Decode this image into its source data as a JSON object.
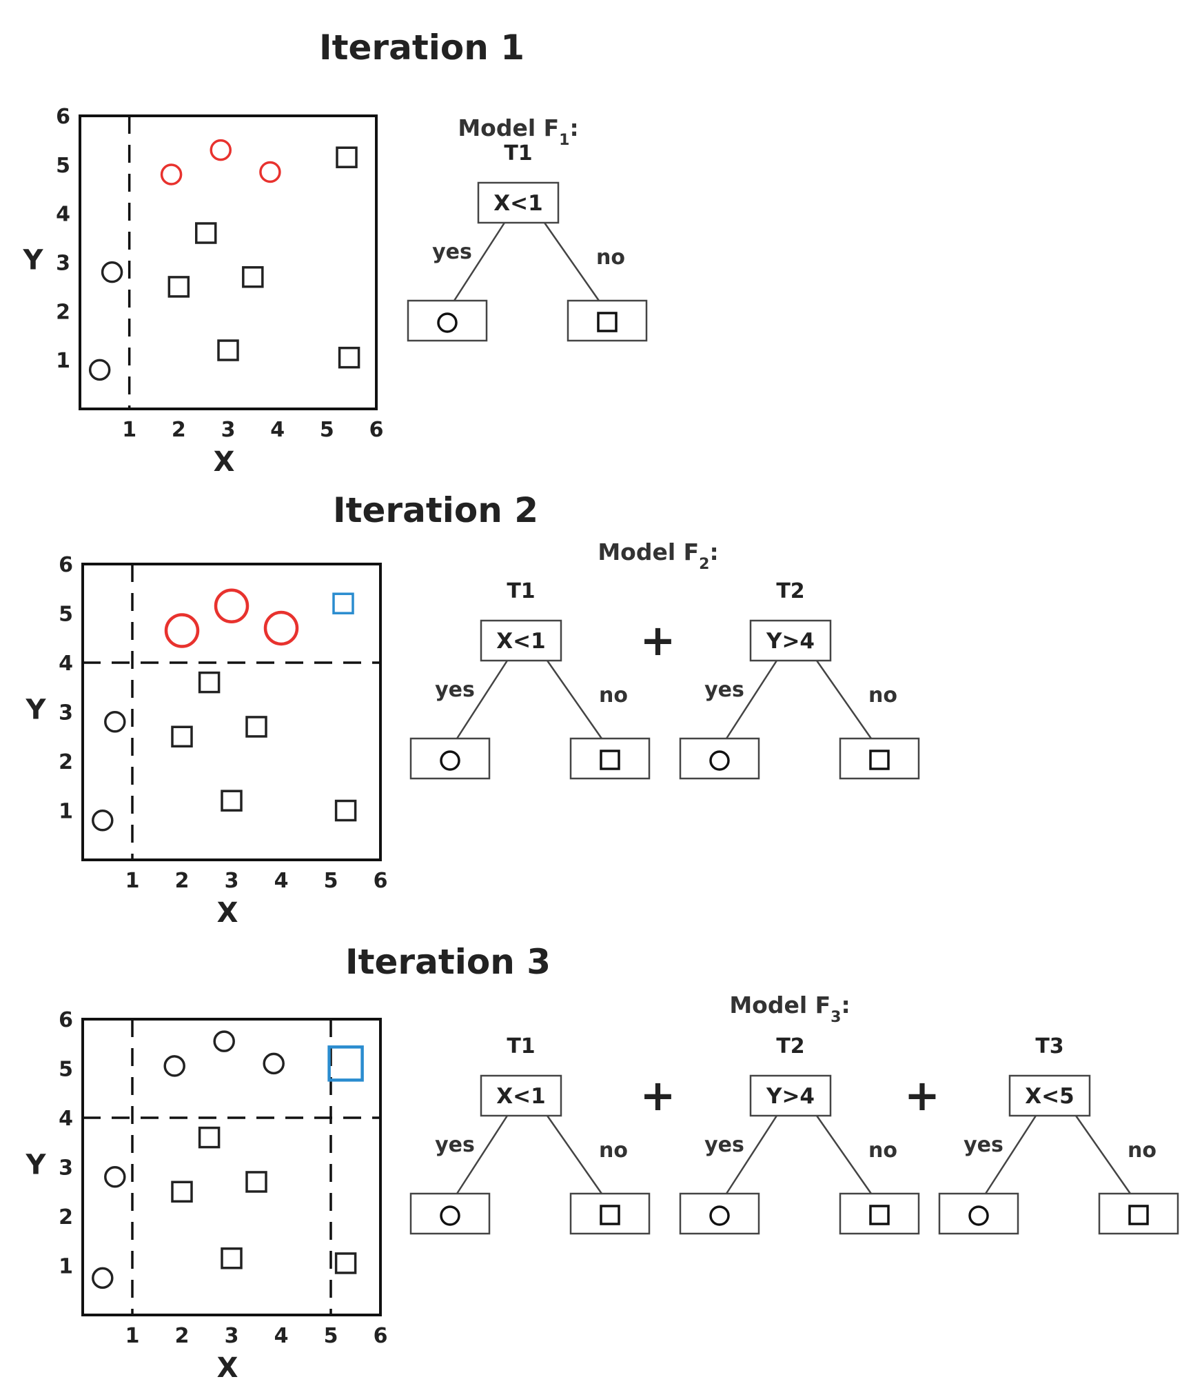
{
  "iterations": [
    {
      "title": "Iteration 1",
      "plot": {
        "x_label": "X",
        "y_label": "Y",
        "x_ticks": [
          "1",
          "2",
          "3",
          "4",
          "5",
          "6"
        ],
        "y_ticks": [
          "1",
          "2",
          "3",
          "4",
          "5",
          "6"
        ],
        "split_lines": [
          {
            "axis": "x",
            "value": 1
          }
        ],
        "points": [
          {
            "shape": "circle",
            "x": 0.4,
            "y": 0.8,
            "color": "#222222",
            "emphasis": false
          },
          {
            "shape": "circle",
            "x": 0.65,
            "y": 2.8,
            "color": "#222222",
            "emphasis": false
          },
          {
            "shape": "circle",
            "x": 1.85,
            "y": 4.8,
            "color": "#e8322e",
            "emphasis": false
          },
          {
            "shape": "circle",
            "x": 2.85,
            "y": 5.3,
            "color": "#e8322e",
            "emphasis": false
          },
          {
            "shape": "circle",
            "x": 3.85,
            "y": 4.85,
            "color": "#e8322e",
            "emphasis": false
          },
          {
            "shape": "square",
            "x": 2.0,
            "y": 2.5,
            "color": "#222222",
            "emphasis": false
          },
          {
            "shape": "square",
            "x": 2.55,
            "y": 3.6,
            "color": "#222222",
            "emphasis": false
          },
          {
            "shape": "square",
            "x": 3.5,
            "y": 2.7,
            "color": "#222222",
            "emphasis": false
          },
          {
            "shape": "square",
            "x": 3.0,
            "y": 1.2,
            "color": "#222222",
            "emphasis": false
          },
          {
            "shape": "square",
            "x": 5.4,
            "y": 5.15,
            "color": "#222222",
            "emphasis": false
          },
          {
            "shape": "square",
            "x": 5.45,
            "y": 1.05,
            "color": "#222222",
            "emphasis": false
          }
        ]
      },
      "model": {
        "label": "Model F",
        "subscript": "1",
        "suffix": ":",
        "trees": [
          {
            "name": "T1",
            "condition": "X<1",
            "yes": "yes",
            "no": "no",
            "yes_leaf": "circle",
            "no_leaf": "square"
          }
        ]
      }
    },
    {
      "title": "Iteration 2",
      "plot": {
        "x_label": "X",
        "y_label": "Y",
        "x_ticks": [
          "1",
          "2",
          "3",
          "4",
          "5",
          "6"
        ],
        "y_ticks": [
          "1",
          "2",
          "3",
          "4",
          "5",
          "6"
        ],
        "split_lines": [
          {
            "axis": "x",
            "value": 1
          },
          {
            "axis": "y",
            "value": 4
          }
        ],
        "points": [
          {
            "shape": "circle",
            "x": 0.4,
            "y": 0.8,
            "color": "#222222",
            "emphasis": false
          },
          {
            "shape": "circle",
            "x": 0.65,
            "y": 2.8,
            "color": "#222222",
            "emphasis": false
          },
          {
            "shape": "circle",
            "x": 2.0,
            "y": 4.65,
            "color": "#e8322e",
            "emphasis": true
          },
          {
            "shape": "circle",
            "x": 3.0,
            "y": 5.15,
            "color": "#e8322e",
            "emphasis": true
          },
          {
            "shape": "circle",
            "x": 4.0,
            "y": 4.7,
            "color": "#e8322e",
            "emphasis": true
          },
          {
            "shape": "square",
            "x": 5.25,
            "y": 5.2,
            "color": "#2a8ccf",
            "emphasis": false
          },
          {
            "shape": "square",
            "x": 2.0,
            "y": 2.5,
            "color": "#222222",
            "emphasis": false
          },
          {
            "shape": "square",
            "x": 2.55,
            "y": 3.6,
            "color": "#222222",
            "emphasis": false
          },
          {
            "shape": "square",
            "x": 3.5,
            "y": 2.7,
            "color": "#222222",
            "emphasis": false
          },
          {
            "shape": "square",
            "x": 3.0,
            "y": 1.2,
            "color": "#222222",
            "emphasis": false
          },
          {
            "shape": "square",
            "x": 5.3,
            "y": 1.0,
            "color": "#222222",
            "emphasis": false
          }
        ]
      },
      "model": {
        "label": "Model F",
        "subscript": "2",
        "suffix": ":",
        "trees": [
          {
            "name": "T1",
            "condition": "X<1",
            "yes": "yes",
            "no": "no",
            "yes_leaf": "circle",
            "no_leaf": "square"
          },
          {
            "name": "T2",
            "condition": "Y>4",
            "yes": "yes",
            "no": "no",
            "yes_leaf": "circle",
            "no_leaf": "square"
          }
        ]
      }
    },
    {
      "title": "Iteration 3",
      "plot": {
        "x_label": "X",
        "y_label": "Y",
        "x_ticks": [
          "1",
          "2",
          "3",
          "4",
          "5",
          "6"
        ],
        "y_ticks": [
          "1",
          "2",
          "3",
          "4",
          "5",
          "6"
        ],
        "split_lines": [
          {
            "axis": "x",
            "value": 1
          },
          {
            "axis": "y",
            "value": 4
          },
          {
            "axis": "x",
            "value": 5
          }
        ],
        "points": [
          {
            "shape": "circle",
            "x": 0.4,
            "y": 0.75,
            "color": "#222222",
            "emphasis": false
          },
          {
            "shape": "circle",
            "x": 0.65,
            "y": 2.8,
            "color": "#222222",
            "emphasis": false
          },
          {
            "shape": "circle",
            "x": 1.85,
            "y": 5.05,
            "color": "#222222",
            "emphasis": false
          },
          {
            "shape": "circle",
            "x": 2.85,
            "y": 5.55,
            "color": "#222222",
            "emphasis": false
          },
          {
            "shape": "circle",
            "x": 3.85,
            "y": 5.1,
            "color": "#222222",
            "emphasis": false
          },
          {
            "shape": "square",
            "x": 5.3,
            "y": 5.1,
            "color": "#2a8ccf",
            "emphasis": true
          },
          {
            "shape": "square",
            "x": 2.0,
            "y": 2.5,
            "color": "#222222",
            "emphasis": false
          },
          {
            "shape": "square",
            "x": 2.55,
            "y": 3.6,
            "color": "#222222",
            "emphasis": false
          },
          {
            "shape": "square",
            "x": 3.5,
            "y": 2.7,
            "color": "#222222",
            "emphasis": false
          },
          {
            "shape": "square",
            "x": 3.0,
            "y": 1.15,
            "color": "#222222",
            "emphasis": false
          },
          {
            "shape": "square",
            "x": 5.3,
            "y": 1.05,
            "color": "#222222",
            "emphasis": false
          }
        ]
      },
      "model": {
        "label": "Model F",
        "subscript": "3",
        "suffix": ":",
        "trees": [
          {
            "name": "T1",
            "condition": "X<1",
            "yes": "yes",
            "no": "no",
            "yes_leaf": "circle",
            "no_leaf": "square"
          },
          {
            "name": "T2",
            "condition": "Y>4",
            "yes": "yes",
            "no": "no",
            "yes_leaf": "circle",
            "no_leaf": "square"
          },
          {
            "name": "T3",
            "condition": "X<5",
            "yes": "yes",
            "no": "no",
            "yes_leaf": "circle",
            "no_leaf": "square"
          }
        ]
      }
    }
  ],
  "operators": {
    "plus": "+"
  }
}
